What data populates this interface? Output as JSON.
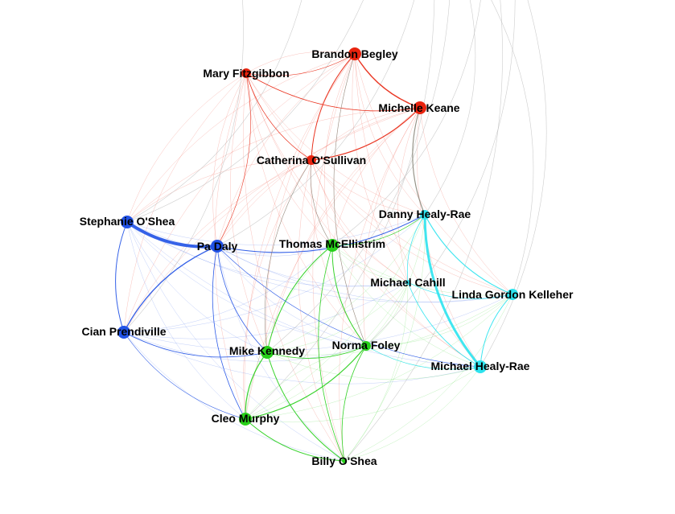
{
  "colors": {
    "red": "#e8230e",
    "blue": "#2152e6",
    "green": "#27cf1a",
    "cyan": "#2ee3ee",
    "gray": "#8c8c80"
  },
  "nodes": [
    {
      "id": "brandon",
      "label": "Brandon Begley",
      "group": "red"
    },
    {
      "id": "mary",
      "label": "Mary Fitzgibbon",
      "group": "red"
    },
    {
      "id": "michelle",
      "label": "Michelle Keane",
      "group": "red"
    },
    {
      "id": "catherina",
      "label": "Catherina O'Sullivan",
      "group": "red"
    },
    {
      "id": "stephanie",
      "label": "Stephanie O'Shea",
      "group": "blue"
    },
    {
      "id": "pa",
      "label": "Pa Daly",
      "group": "blue"
    },
    {
      "id": "cian",
      "label": "Cian Prendiville",
      "group": "blue"
    },
    {
      "id": "thomas",
      "label": "Thomas McEllistrim",
      "group": "green"
    },
    {
      "id": "mike",
      "label": "Mike Kennedy",
      "group": "green"
    },
    {
      "id": "norma",
      "label": "Norma Foley",
      "group": "green"
    },
    {
      "id": "cleo",
      "label": "Cleo Murphy",
      "group": "green"
    },
    {
      "id": "billy",
      "label": "Billy O'Shea",
      "group": "green"
    },
    {
      "id": "danny",
      "label": "Danny Healy-Rae",
      "group": "cyan"
    },
    {
      "id": "michaelc",
      "label": "Michael Cahill",
      "group": "cyan"
    },
    {
      "id": "linda",
      "label": "Linda Gordon Kelleher",
      "group": "cyan"
    },
    {
      "id": "michaelhr",
      "label": "Michael Healy-Rae",
      "group": "cyan"
    }
  ],
  "edges": [
    {
      "from": "stephanie",
      "to": "pa",
      "weight": 4,
      "color": "blue"
    },
    {
      "from": "danny",
      "to": "michaelhr",
      "weight": 3,
      "color": "cyan"
    },
    {
      "from": "brandon",
      "to": "michelle",
      "weight": 1.4,
      "color": "red"
    },
    {
      "from": "catherina",
      "to": "michelle",
      "weight": 1.2,
      "color": "red"
    },
    {
      "from": "brandon",
      "to": "catherina",
      "weight": 1,
      "color": "red"
    },
    {
      "from": "mary",
      "to": "michelle",
      "weight": 0.8,
      "color": "red"
    },
    {
      "from": "mary",
      "to": "catherina",
      "weight": 0.7,
      "color": "red"
    },
    {
      "from": "mary",
      "to": "brandon",
      "weight": 0.6,
      "color": "red"
    },
    {
      "from": "michelle",
      "to": "danny",
      "weight": 1.2,
      "color": "gray"
    },
    {
      "from": "pa",
      "to": "cian",
      "weight": 1.3,
      "color": "blue"
    },
    {
      "from": "stephanie",
      "to": "cian",
      "weight": 1,
      "color": "blue"
    },
    {
      "from": "pa",
      "to": "danny",
      "weight": 1,
      "color": "blue"
    },
    {
      "from": "pa",
      "to": "mike",
      "weight": 0.8,
      "color": "blue"
    },
    {
      "from": "pa",
      "to": "cleo",
      "weight": 0.8,
      "color": "blue"
    },
    {
      "from": "cian",
      "to": "mike",
      "weight": 0.8,
      "color": "blue"
    },
    {
      "from": "cian",
      "to": "cleo",
      "weight": 0.6,
      "color": "blue"
    },
    {
      "from": "thomas",
      "to": "mike",
      "weight": 1,
      "color": "green"
    },
    {
      "from": "thomas",
      "to": "norma",
      "weight": 1,
      "color": "green"
    },
    {
      "from": "thomas",
      "to": "billy",
      "weight": 0.8,
      "color": "green"
    },
    {
      "from": "mike",
      "to": "cleo",
      "weight": 1.2,
      "color": "green"
    },
    {
      "from": "mike",
      "to": "billy",
      "weight": 1,
      "color": "green"
    },
    {
      "from": "cleo",
      "to": "norma",
      "weight": 1.2,
      "color": "green"
    },
    {
      "from": "cleo",
      "to": "billy",
      "weight": 1,
      "color": "green"
    },
    {
      "from": "norma",
      "to": "billy",
      "weight": 0.8,
      "color": "green"
    },
    {
      "from": "mike",
      "to": "norma",
      "weight": 0.8,
      "color": "green"
    },
    {
      "from": "danny",
      "to": "linda",
      "weight": 1.2,
      "color": "cyan"
    },
    {
      "from": "linda",
      "to": "michaelhr",
      "weight": 1,
      "color": "cyan"
    },
    {
      "from": "michaelc",
      "to": "michaelhr",
      "weight": 0.8,
      "color": "cyan"
    },
    {
      "from": "michaelc",
      "to": "linda",
      "weight": 0.7,
      "color": "cyan"
    },
    {
      "from": "danny",
      "to": "michaelc",
      "weight": 0.7,
      "color": "cyan"
    },
    {
      "from": "norma",
      "to": "michaelhr",
      "weight": 0.7,
      "color": "cyan"
    },
    {
      "from": "thomas",
      "to": "danny",
      "weight": 0.7,
      "color": "green"
    },
    {
      "from": "pa",
      "to": "mary",
      "weight": 0.6,
      "color": "red"
    },
    {
      "from": "pa",
      "to": "michaelhr",
      "weight": 0.6,
      "color": "blue"
    },
    {
      "from": "catherina",
      "to": "thomas",
      "weight": 0.6,
      "color": "gray"
    },
    {
      "from": "catherina",
      "to": "mike",
      "weight": 0.6,
      "color": "gray"
    },
    {
      "from": "brandon",
      "to": "norma",
      "weight": 0.6,
      "color": "gray"
    }
  ]
}
